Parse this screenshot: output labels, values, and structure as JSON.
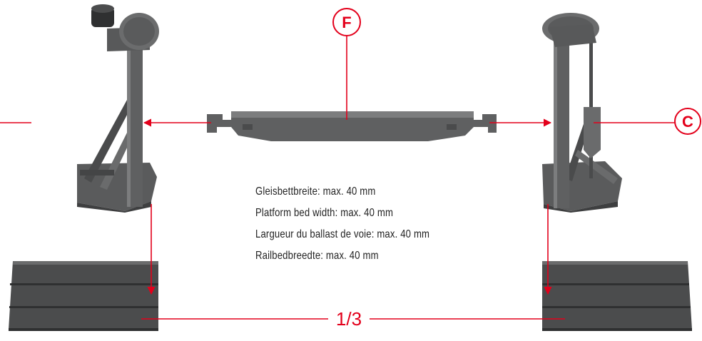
{
  "callouts": {
    "F": "F",
    "C": "C"
  },
  "fraction_label": "1/3",
  "specs": [
    "Gleisbettbreite: max. 40 mm",
    "Platform bed width: max. 40 mm",
    "Largueur du ballast de voie: max. 40 mm",
    "Railbedbreedte: max. 40 mm"
  ],
  "colors": {
    "accent": "#e3001b",
    "part": "#5f6061",
    "part_dark": "#3f4041",
    "part_light": "#7c7d7e"
  }
}
